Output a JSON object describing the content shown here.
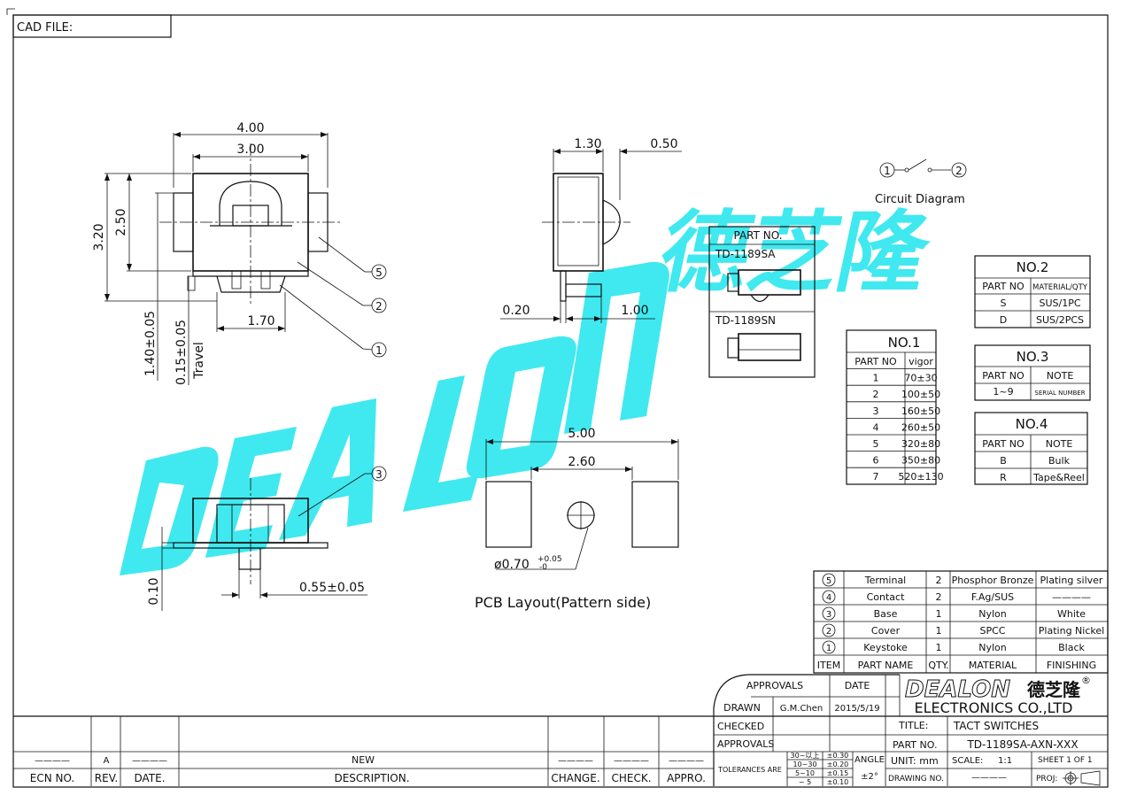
{
  "cad_file_label": "CAD FILE:",
  "dims": {
    "w_4_00": "4.00",
    "w_3_00": "3.00",
    "h_3_20": "3.20",
    "h_2_50": "2.50",
    "h_1_40": "1.40±0.05",
    "h_0_15": "0.15±0.05",
    "travel": "Travel",
    "w_1_70": "1.70",
    "s_1_30": "1.30",
    "s_0_50": "0.50",
    "s_0_20": "0.20",
    "s_1_00": "1.00",
    "b_0_10": "0.10",
    "b_0_55": "0.55±0.05",
    "p_5_00": "5.00",
    "p_2_60": "2.60",
    "p_hole": "ø0.70",
    "p_tol_up": "+0.05",
    "p_tol_dn": "-0"
  },
  "pcb_caption": "PCB Layout(Pattern side)",
  "circuit": {
    "n1": "1",
    "n2": "2",
    "caption": "Circuit Diagram"
  },
  "callouts": {
    "c1": "1",
    "c2": "2",
    "c3": "3",
    "c5": "5"
  },
  "part_box": {
    "header": "PART NO.",
    "sa": "TD-1189SA",
    "sn": "TD-1189SN"
  },
  "no1": {
    "title": "NO.1",
    "headers": [
      "PART NO",
      "vigor"
    ],
    "rows": [
      [
        "1",
        "70±30"
      ],
      [
        "2",
        "100±50"
      ],
      [
        "3",
        "160±50"
      ],
      [
        "4",
        "260±50"
      ],
      [
        "5",
        "320±80"
      ],
      [
        "6",
        "350±80"
      ],
      [
        "7",
        "520±130"
      ]
    ]
  },
  "no2": {
    "title": "NO.2",
    "headers": [
      "PART NO",
      "MATERIAL/QTY"
    ],
    "rows": [
      [
        "S",
        "SUS/1PC"
      ],
      [
        "D",
        "SUS/2PCS"
      ]
    ]
  },
  "no3": {
    "title": "NO.3",
    "headers": [
      "PART NO",
      "NOTE"
    ],
    "rows": [
      [
        "1~9",
        "SERIAL NUMBER"
      ]
    ]
  },
  "no4": {
    "title": "NO.4",
    "headers": [
      "PART NO",
      "NOTE"
    ],
    "rows": [
      [
        "B",
        "Bulk"
      ],
      [
        "R",
        "Tape&Reel"
      ]
    ]
  },
  "bom": {
    "rows": [
      [
        "5",
        "Terminal",
        "2",
        "Phosphor Bronze",
        "Plating silver"
      ],
      [
        "4",
        "Contact",
        "2",
        "F.Ag/SUS",
        "————"
      ],
      [
        "3",
        "Base",
        "1",
        "Nylon",
        "White"
      ],
      [
        "2",
        "Cover",
        "1",
        "SPCC",
        "Plating Nickel"
      ],
      [
        "1",
        "Keystoke",
        "1",
        "Nylon",
        "Black"
      ]
    ],
    "headers": [
      "ITEM",
      "PART NAME",
      "QTY.",
      "MATERIAL",
      "FINISHING"
    ]
  },
  "title_block": {
    "approvals": "APPROVALS",
    "date": "DATE",
    "drawn": "DRAWN",
    "drawn_by": "G.M.Chen",
    "drawn_date": "2015/5/19",
    "checked": "CHECKED",
    "approvals2": "APPROVALS",
    "logo": "DEALON",
    "logo_cn": "德芝隆",
    "reg": "®",
    "company": "ELECTRONICS CO.,LTD",
    "title_label": "TITLE:",
    "title_value": "TACT SWITCHES",
    "part_no_label": "PART NO.",
    "part_no_value": "TD-1189SA-AXN-XXX",
    "tolerances_label": "TOLERANCES ARE",
    "tol_rows": [
      [
        "30~以上",
        "±0.30"
      ],
      [
        "10~30",
        "±0.20"
      ],
      [
        "5~10",
        "±0.15"
      ],
      [
        "~ 5",
        "±0.10"
      ]
    ],
    "angle_label": "ANGLE",
    "angle_value": "±2°",
    "unit": "UNIT: mm",
    "scale_label": "SCALE:",
    "scale_value": "1:1",
    "sheet": "SHEET  1 OF 1",
    "drawing_no": "DRAWING NO.",
    "drawing_no_value": "————",
    "proj": "PROJ:"
  },
  "revision": {
    "ecn_value": "————",
    "rev_value": "A",
    "date_value": "————",
    "desc_value": "NEW",
    "change_value": "————",
    "check_value": "————",
    "appro_value": "————",
    "headers": [
      "ECN NO.",
      "REV.",
      "DATE.",
      "DESCRIPTION.",
      "CHANGE.",
      "CHECK.",
      "APPRO."
    ]
  },
  "watermark": {
    "latin": "DEALON",
    "cn": "德芝隆"
  },
  "colors": {
    "watermark": "#3fe9ef",
    "ink": "#111111"
  }
}
